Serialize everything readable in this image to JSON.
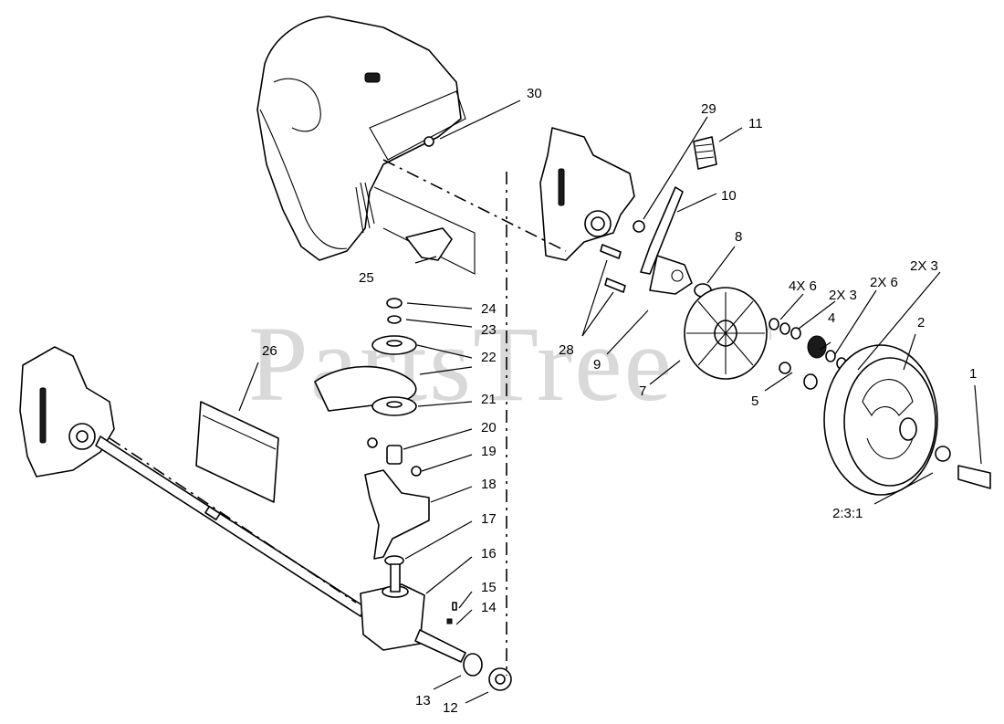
{
  "watermark": {
    "text": "PartsTree",
    "trademark": "TM"
  },
  "callouts": {
    "c1": "1",
    "c2": "2",
    "c3": "2X 3",
    "c4": "4",
    "c5": "5",
    "c6": "2X 6",
    "c7": "7",
    "c8": "8",
    "c9": "9",
    "c10": "10",
    "c11": "11",
    "c12": "12",
    "c13": "13",
    "c14": "14",
    "c15": "15",
    "c16": "16",
    "c17": "17",
    "c18": "18",
    "c19": "19",
    "c20": "20",
    "c21": "21",
    "c22": "22",
    "c23": "23",
    "c24": "24",
    "c25": "25",
    "c26": "26",
    "c28": "28",
    "c29": "29",
    "c30": "30",
    "c2x3_inner": "2X 3",
    "c4x6": "4X 6",
    "c231": "2:3:1"
  }
}
